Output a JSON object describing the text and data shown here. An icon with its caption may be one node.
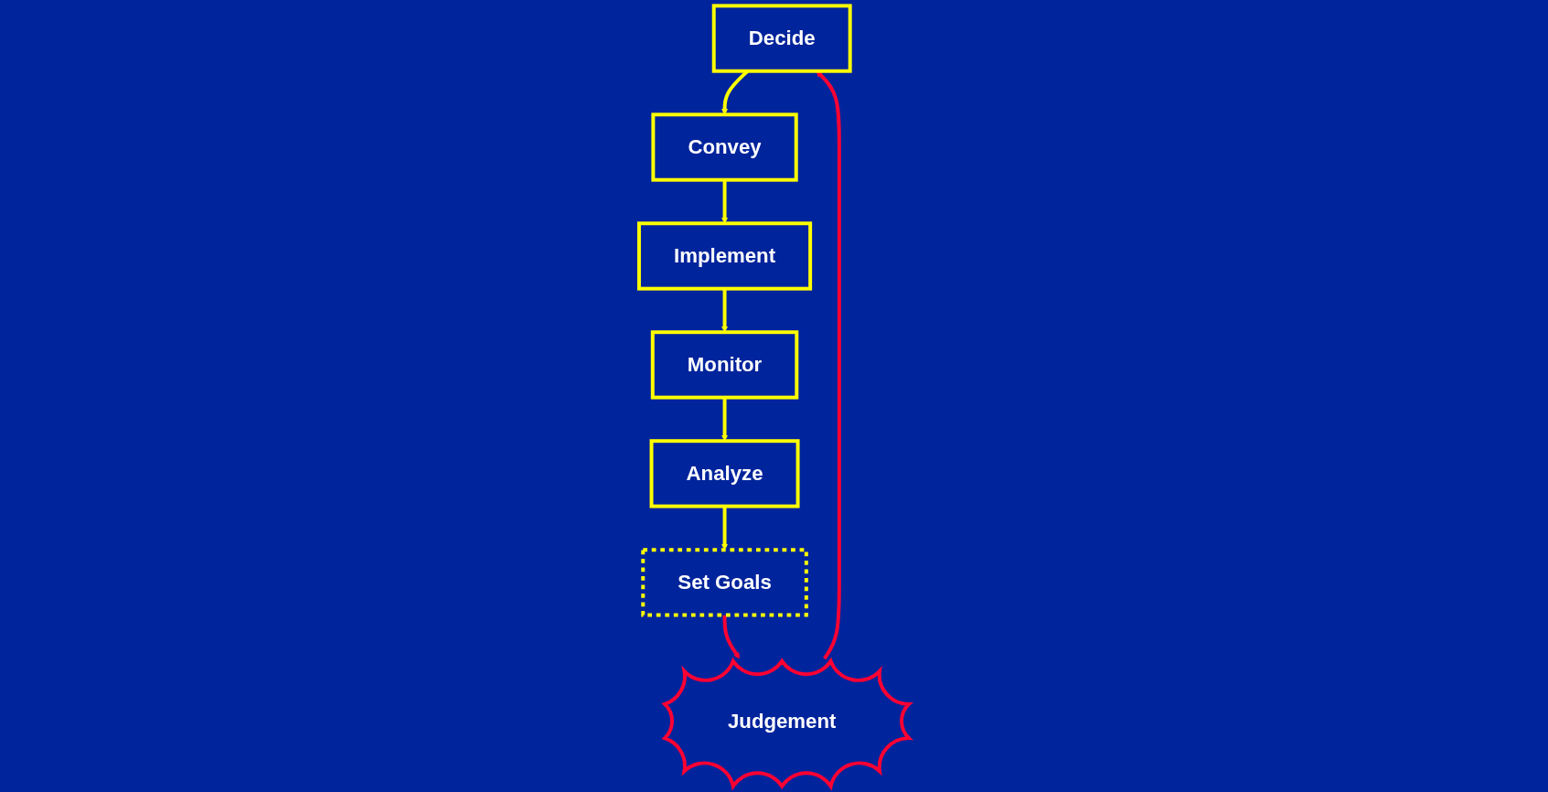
{
  "diagram": {
    "nodes": [
      {
        "text": [
          "Decide"
        ]
      },
      {
        "text": [
          "Convey"
        ]
      },
      {
        "text": [
          "Implement"
        ]
      },
      {
        "text": [
          "Monitor"
        ]
      },
      {
        "text": [
          "Analyze"
        ]
      },
      {
        "text": [
          "Set Goals"
        ]
      },
      {
        "text": [
          "Judgement"
        ]
      }
    ],
    "edges": [
      {
        "from": 0,
        "to": 1,
        "arrow": "to"
      },
      {
        "from": 1,
        "to": 2,
        "arrow": "to"
      },
      {
        "from": 2,
        "to": 3,
        "arrow": "to"
      },
      {
        "from": 3,
        "to": 4,
        "arrow": "to"
      },
      {
        "from": 4,
        "to": 5,
        "arrow": "to"
      },
      {
        "from": 5,
        "to": 6,
        "arrow": "to",
        "color": "#ff0033"
      },
      {
        "from": 6,
        "to": 0,
        "arrow": "to",
        "color": "#ff0033"
      }
    ]
  }
}
